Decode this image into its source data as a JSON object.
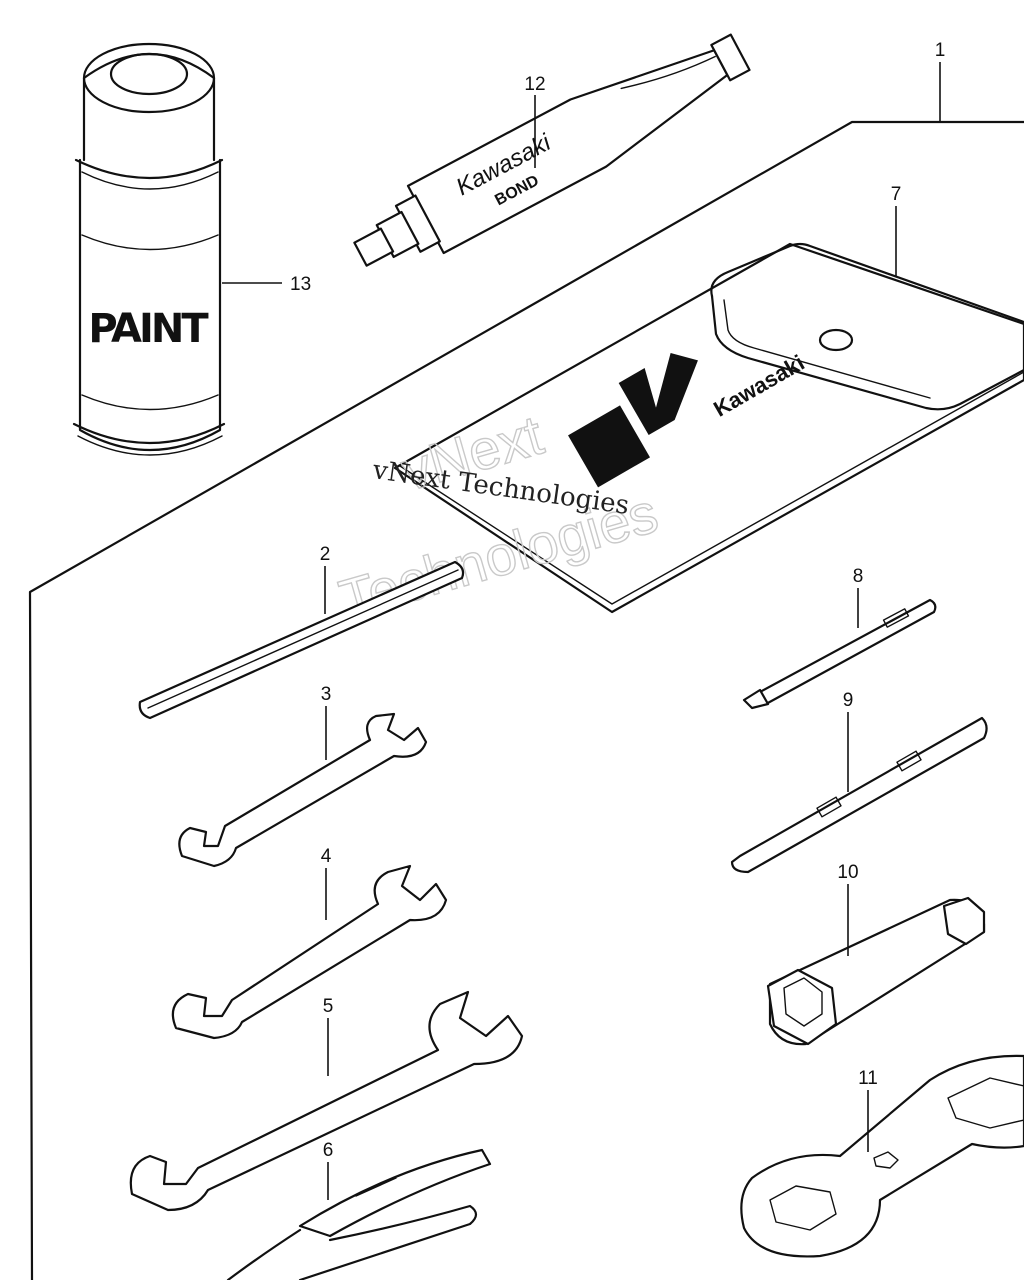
{
  "diagram": {
    "callouts": [
      {
        "id": "1",
        "label": "1"
      },
      {
        "id": "2",
        "label": "2"
      },
      {
        "id": "3",
        "label": "3"
      },
      {
        "id": "4",
        "label": "4"
      },
      {
        "id": "5",
        "label": "5"
      },
      {
        "id": "6",
        "label": "6"
      },
      {
        "id": "7",
        "label": "7"
      },
      {
        "id": "8",
        "label": "8"
      },
      {
        "id": "9",
        "label": "9"
      },
      {
        "id": "10",
        "label": "10"
      },
      {
        "id": "11",
        "label": "11"
      },
      {
        "id": "12",
        "label": "12"
      },
      {
        "id": "13",
        "label": "13"
      }
    ],
    "paint_can_label": "PAINT",
    "bond_tube_brand": "Kawasaki",
    "bond_tube_product": "BOND",
    "pouch_brand": "Kawasaki",
    "watermark_line1": "vNext",
    "watermark_line2": "Technologies",
    "watermark_serif": "vNext Technologies"
  }
}
